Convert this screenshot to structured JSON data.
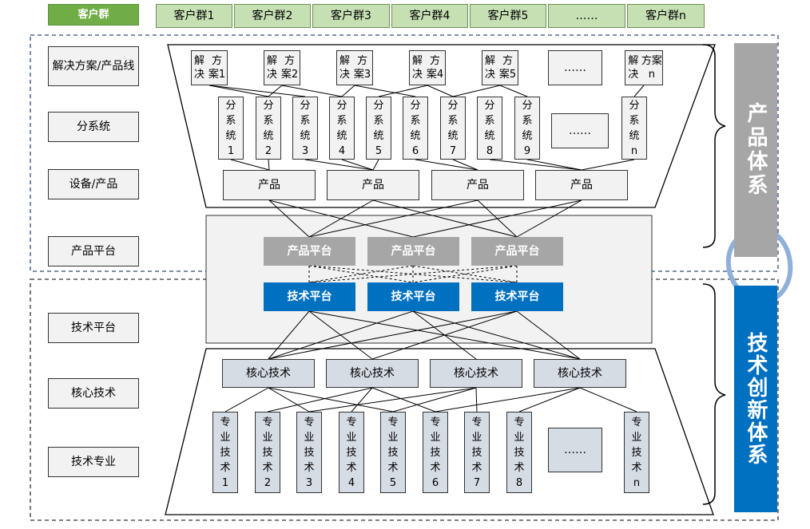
{
  "customer_groups": {
    "header": "客户群",
    "items": [
      "客户群1",
      "客户群2",
      "客户群3",
      "客户群4",
      "客户群5",
      "……",
      "客户群n"
    ]
  },
  "left_labels": {
    "solution": "解决方案/产品线",
    "subsystem": "分系统",
    "device": "设备/产品",
    "product_platform": "产品平台",
    "tech_platform": "技术平台",
    "core_tech": "核心技术",
    "tech_specialty": "技术专业"
  },
  "solutions": [
    "解决方案1",
    "解决方案2",
    "解决方案3",
    "解决方案4",
    "解决方案5",
    "……",
    "解决方案n"
  ],
  "subsystems": [
    "分系统1",
    "分系统2",
    "分系统3",
    "分系统4",
    "分系统5",
    "分系统6",
    "分系统7",
    "分系统8",
    "分系统9",
    "……",
    "分系统n"
  ],
  "products": [
    "产品",
    "产品",
    "产品",
    "产品"
  ],
  "product_platforms": [
    "产品平台",
    "产品平台",
    "产品平台"
  ],
  "tech_platforms": [
    "技术平台",
    "技术平台",
    "技术平台"
  ],
  "core_techs": [
    "核心技术",
    "核心技术",
    "核心技术",
    "核心技术"
  ],
  "specialties": [
    "专业技术1",
    "专业技术2",
    "专业技术3",
    "专业技术4",
    "专业技术5",
    "专业技术6",
    "专业技术7",
    "专业技术8",
    "……",
    "专业技术n"
  ],
  "side_titles": {
    "product_system": "产品体系",
    "tech_innovation": "技术创新体系"
  },
  "colors": {
    "green_header": "#70ad47",
    "green_cell": "#c6e0b4",
    "product_platform": "#a6a6a6",
    "tech_platform": "#0070c0",
    "core": "#d6dce4",
    "cycle_arrow": "#8fb0d8"
  }
}
